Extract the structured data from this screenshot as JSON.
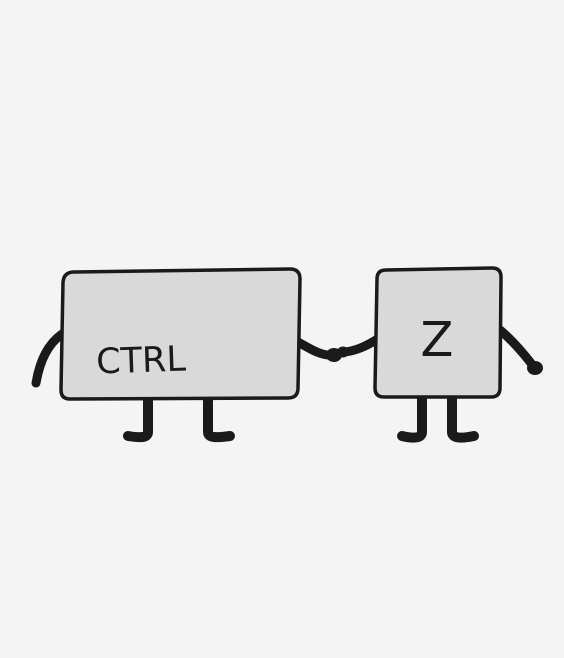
{
  "illustration": {
    "keys": [
      {
        "id": "ctrl",
        "label": "CTRL"
      },
      {
        "id": "z",
        "label": "Z"
      }
    ],
    "colors": {
      "background": "#f4f4f4",
      "key_fill": "#d9d9d9",
      "outline": "#1a1a1a"
    }
  }
}
